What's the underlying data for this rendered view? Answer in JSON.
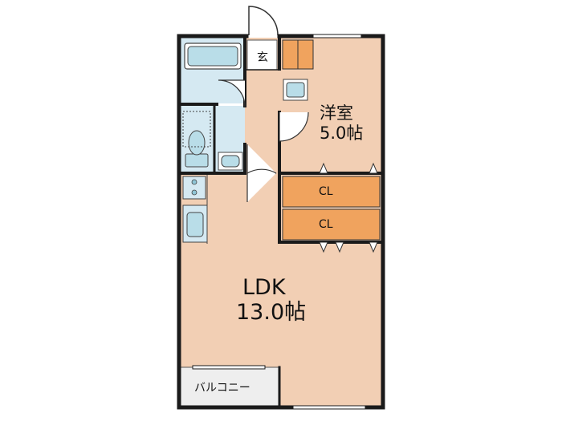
{
  "colors": {
    "wall": "#1a1a1a",
    "floor_room": "#f2cfb4",
    "floor_wet": "#d5e9f2",
    "closet": "#f0a35e",
    "fixture": "#b9dde8",
    "balcony": "#eeeeee"
  },
  "rooms": {
    "genkan": {
      "label": "玄"
    },
    "western": {
      "name": "洋室",
      "size": "5.0帖"
    },
    "closet_1": {
      "label": "CL"
    },
    "closet_2": {
      "label": "CL"
    },
    "ldk": {
      "name": "LDK",
      "size": "13.0帖"
    },
    "balcony": {
      "label": "バルコニー"
    }
  },
  "fixtures": [
    "bathtub-icon",
    "washbasin-icon",
    "toilet-icon",
    "washing-machine-icon",
    "refrigerator-icon",
    "stove-icon",
    "kitchen-sink-icon"
  ]
}
